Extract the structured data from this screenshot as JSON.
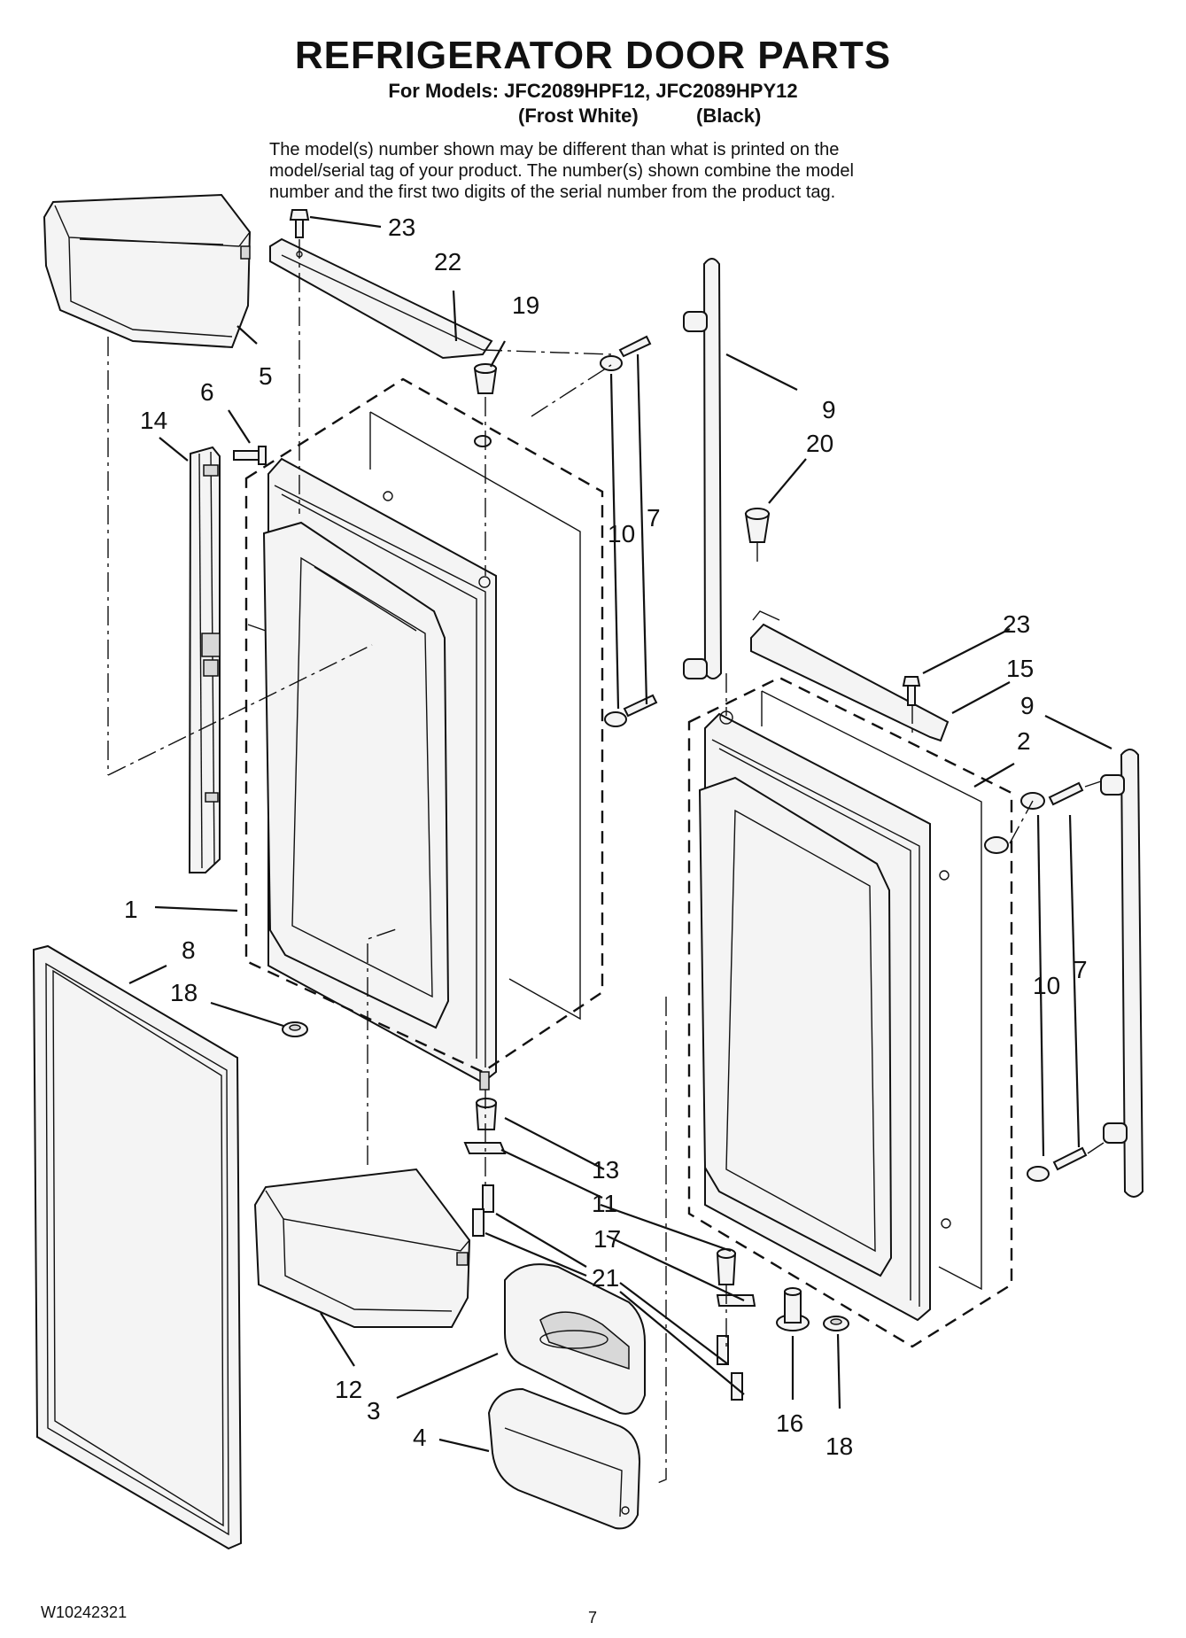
{
  "header": {
    "title": "REFRIGERATOR DOOR PARTS",
    "models": "For Models: JFC2089HPF12, JFC2089HPY12",
    "color_1": "(Frost White)",
    "color_2": "(Black)"
  },
  "note": {
    "line_1": "The model(s) number shown may be different than what is printed on the",
    "line_2": "model/serial tag of your product. The number(s) shown combine the model",
    "line_3": "number and the first two digits of the serial number from the product tag."
  },
  "callouts": {
    "c23a": "23",
    "c22": "22",
    "c19": "19",
    "c5": "5",
    "c6": "6",
    "c14": "14",
    "c9a": "9",
    "c20": "20",
    "c10a": "10",
    "c7a": "7",
    "c23b": "23",
    "c15": "15",
    "c9b": "9",
    "c2": "2",
    "c1": "1",
    "c8": "8",
    "c18a": "18",
    "c10b": "10",
    "c7b": "7",
    "c13": "13",
    "c11": "11",
    "c17": "17",
    "c21": "21",
    "c12": "12",
    "c3": "3",
    "c16": "16",
    "c18b": "18",
    "c4": "4"
  },
  "footer": {
    "doc_code": "W10242321",
    "page": "7"
  }
}
